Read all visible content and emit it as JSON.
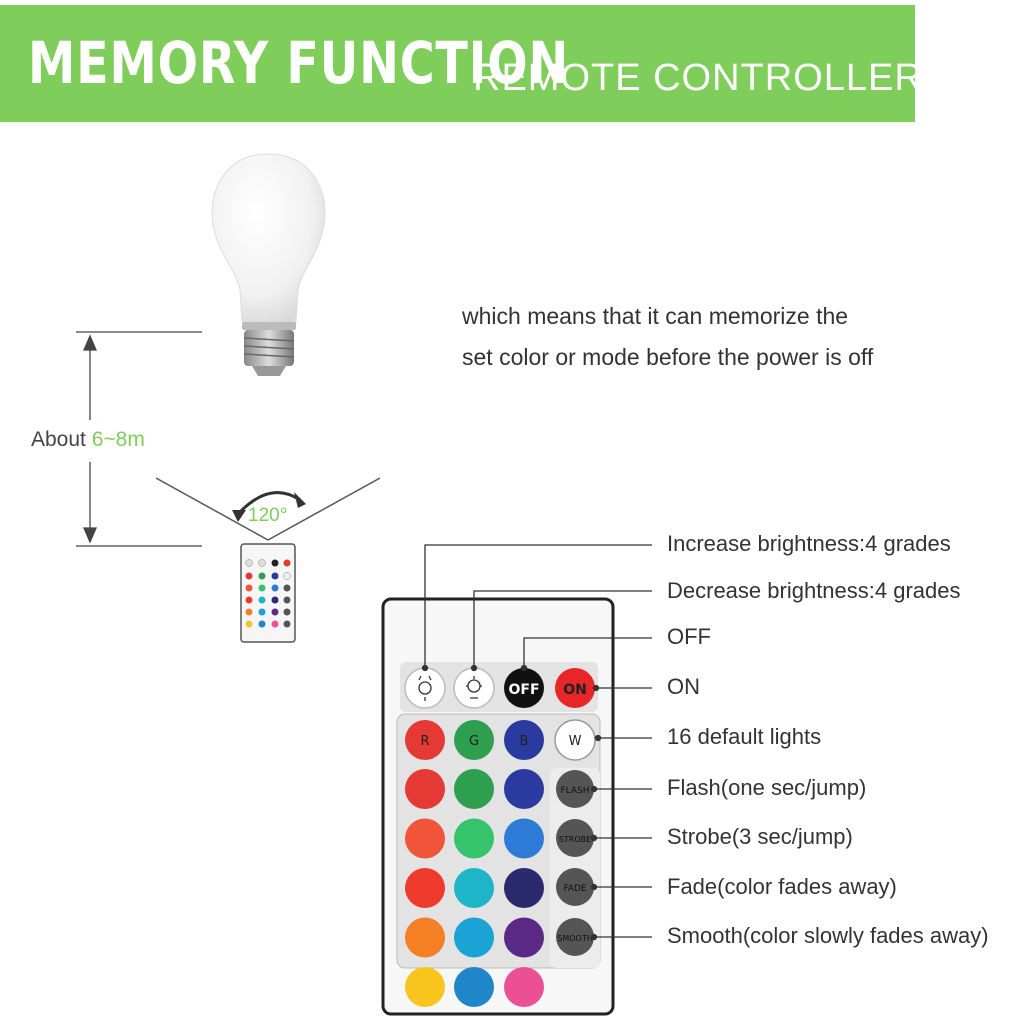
{
  "banner": {
    "title": "MEMORY FUNCTION",
    "subtitle": "REMOTE CONTROLLER",
    "color": "#7fcd5a"
  },
  "description": {
    "line1": "which means that it can memorize the",
    "line2": "set color or mode before the power is off"
  },
  "distance": {
    "prefix": "About ",
    "value": "6~8m"
  },
  "angle": "120°",
  "labels": {
    "increase": "Increase brightness:4 grades",
    "decrease": "Decrease brightness:4 grades",
    "off": "OFF",
    "on": "ON",
    "default_lights": "16 default lights",
    "flash": "Flash(one sec/jump)",
    "strobe": "Strobe(3 sec/jump)",
    "fade": "Fade(color fades away)",
    "smooth": "Smooth(color slowly fades away)"
  },
  "remote": {
    "off_button": "OFF",
    "on_button": "ON",
    "r": "R",
    "g": "G",
    "b": "B",
    "w": "W",
    "flash": "FLASH",
    "strobe": "STROBE",
    "fade": "FADE",
    "smooth": "SMOOTH",
    "color_rows": [
      [
        "#e53935",
        "#2e9e4f",
        "#2b3a9e"
      ],
      [
        "#f0553a",
        "#35c46b",
        "#2d7bd6"
      ],
      [
        "#ef3b2e",
        "#1fb5c8",
        "#2c2a6e"
      ],
      [
        "#f57f24",
        "#1aa3d4",
        "#5b2a86"
      ],
      [
        "#f7c51e",
        "#1f86c9",
        "#ec4f93"
      ]
    ]
  }
}
